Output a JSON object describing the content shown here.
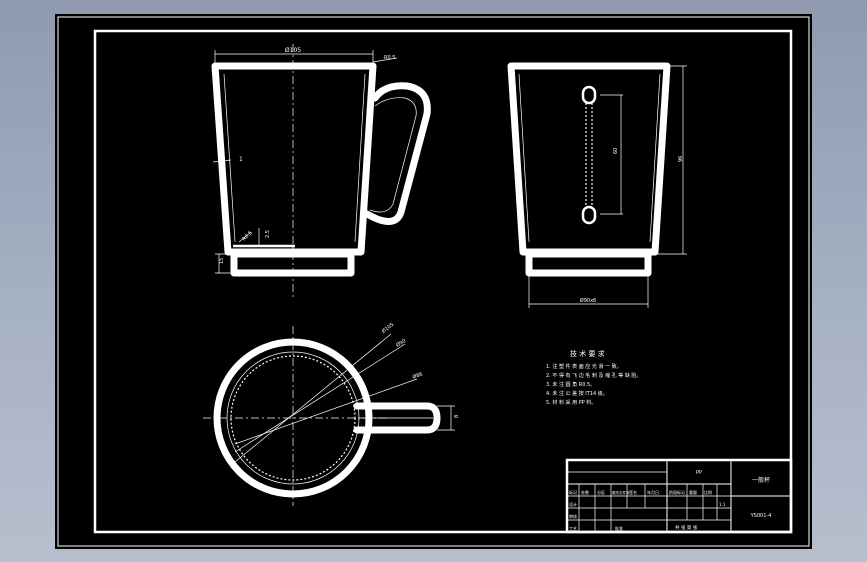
{
  "drawing": {
    "dims": {
      "top_diameter": "Ø105",
      "rim_thickness": "R0.5",
      "wall": "1",
      "bottom_offset": "2.5",
      "chamfer": "R0.5",
      "base_height": "15",
      "side_height": "96",
      "handle_span": "60",
      "base_diameter": "Ø90x6",
      "circle_d1": "Ø105",
      "circle_d2": "Ø90",
      "circle_d3": "Ø86",
      "handle_width": "8"
    },
    "tech_req": {
      "title": "技 术 要 求",
      "items": [
        "1. 注 塑 件 表 面 应 光 滑 一 致。",
        "2. 不 得 有 飞 边 毛 刺 及 缩 孔 等 缺 陷。",
        "3. 未 注 圆 角 R0.5。",
        "4. 未 注 公 差 按 IT14 级。",
        "5. 材 料 采 用 PP 料。"
      ]
    },
    "title_block": {
      "material": "PP",
      "part_name": "一般杯",
      "drawing_no": "YS001-4",
      "cells": [
        "标记",
        "处数",
        "分区",
        "更改文件号",
        "签名",
        "年月日",
        "阶段标记",
        "重量",
        "比例",
        "1:1",
        "设计",
        "审核",
        "工艺",
        "批准",
        "共 张 第 张"
      ]
    }
  }
}
